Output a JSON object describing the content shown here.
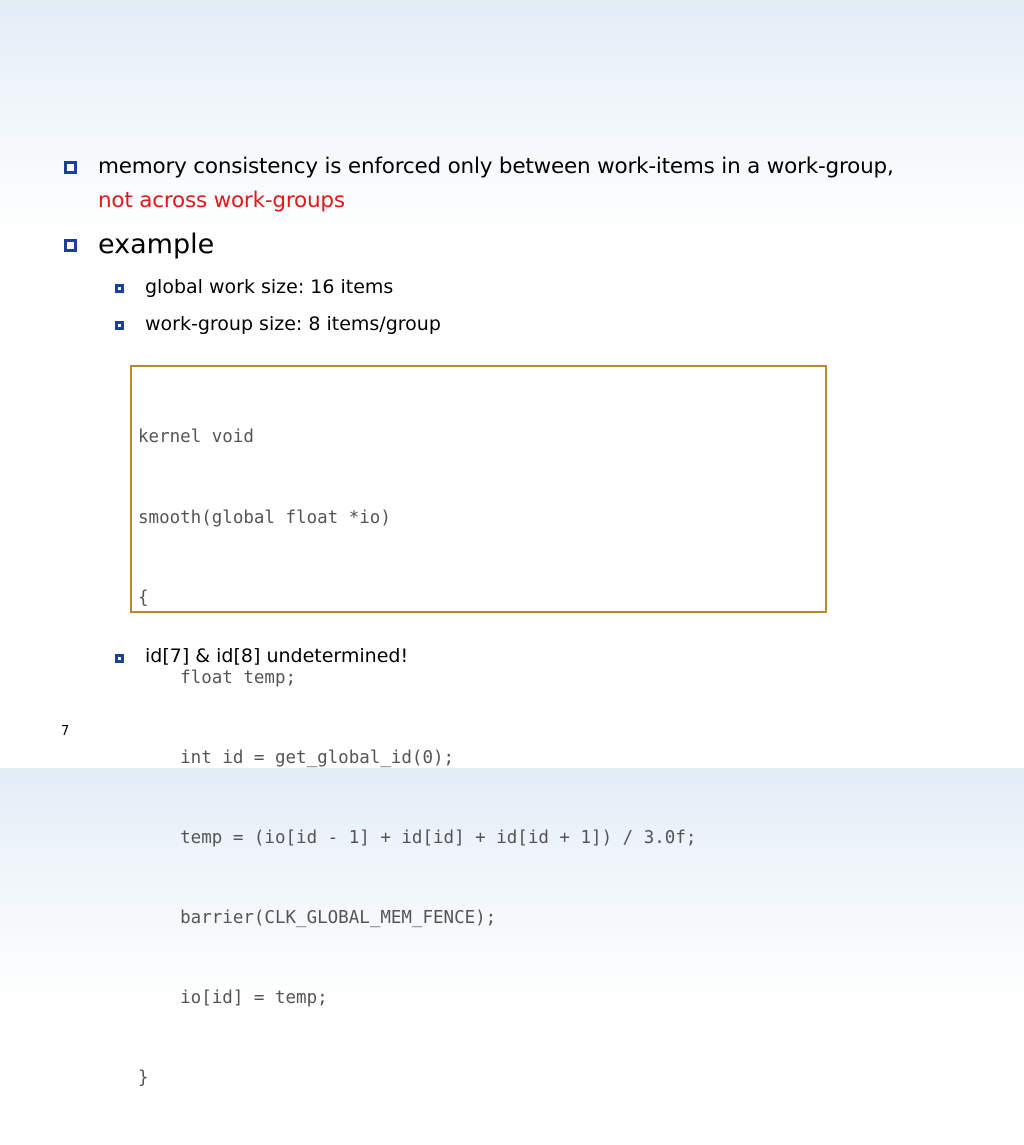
{
  "bullets": {
    "b1_text": "memory consistency is enforced only between work-items in a work-group,",
    "b1_highlight": "not across work-groups",
    "b2_text": "example",
    "sub1": "global work size: 16 items",
    "sub2": "work-group size: 8 items/group",
    "sub3": "id[7] & id[8] undetermined!"
  },
  "code_lines": [
    "kernel void",
    "smooth(global float *io)",
    "{",
    "    float temp;",
    "    int id = get_global_id(0);",
    "    temp = (io[id - 1] + id[id] + id[id + 1]) / 3.0f;",
    "    barrier(CLK_GLOBAL_MEM_FENCE);",
    "    io[id] = temp;",
    "}"
  ],
  "page_number": "7",
  "colors": {
    "bullet": "#1a3fa0",
    "highlight": "#e0181b",
    "code_border": "#b78a2b"
  }
}
